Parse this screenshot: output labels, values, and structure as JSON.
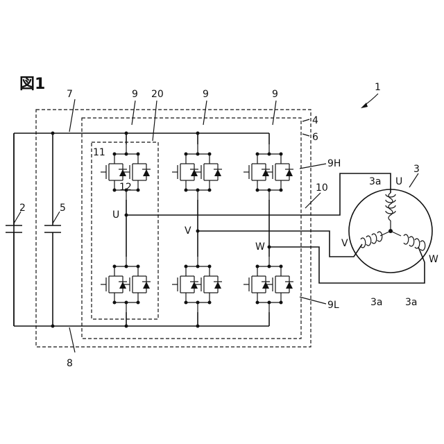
{
  "figure_title": "図1",
  "refs": {
    "device": "1",
    "capacitor": "2",
    "motor": "3",
    "coil": "3a",
    "housing": "4",
    "capacitor_5": "5",
    "board": "6",
    "positive_bus": "7",
    "negative_bus": "8",
    "leg": "9",
    "high_side": "9H",
    "low_side": "9L",
    "wiring": "10",
    "switch": "11",
    "diode": "12",
    "module": "20"
  },
  "phases": [
    "U",
    "V",
    "W"
  ]
}
